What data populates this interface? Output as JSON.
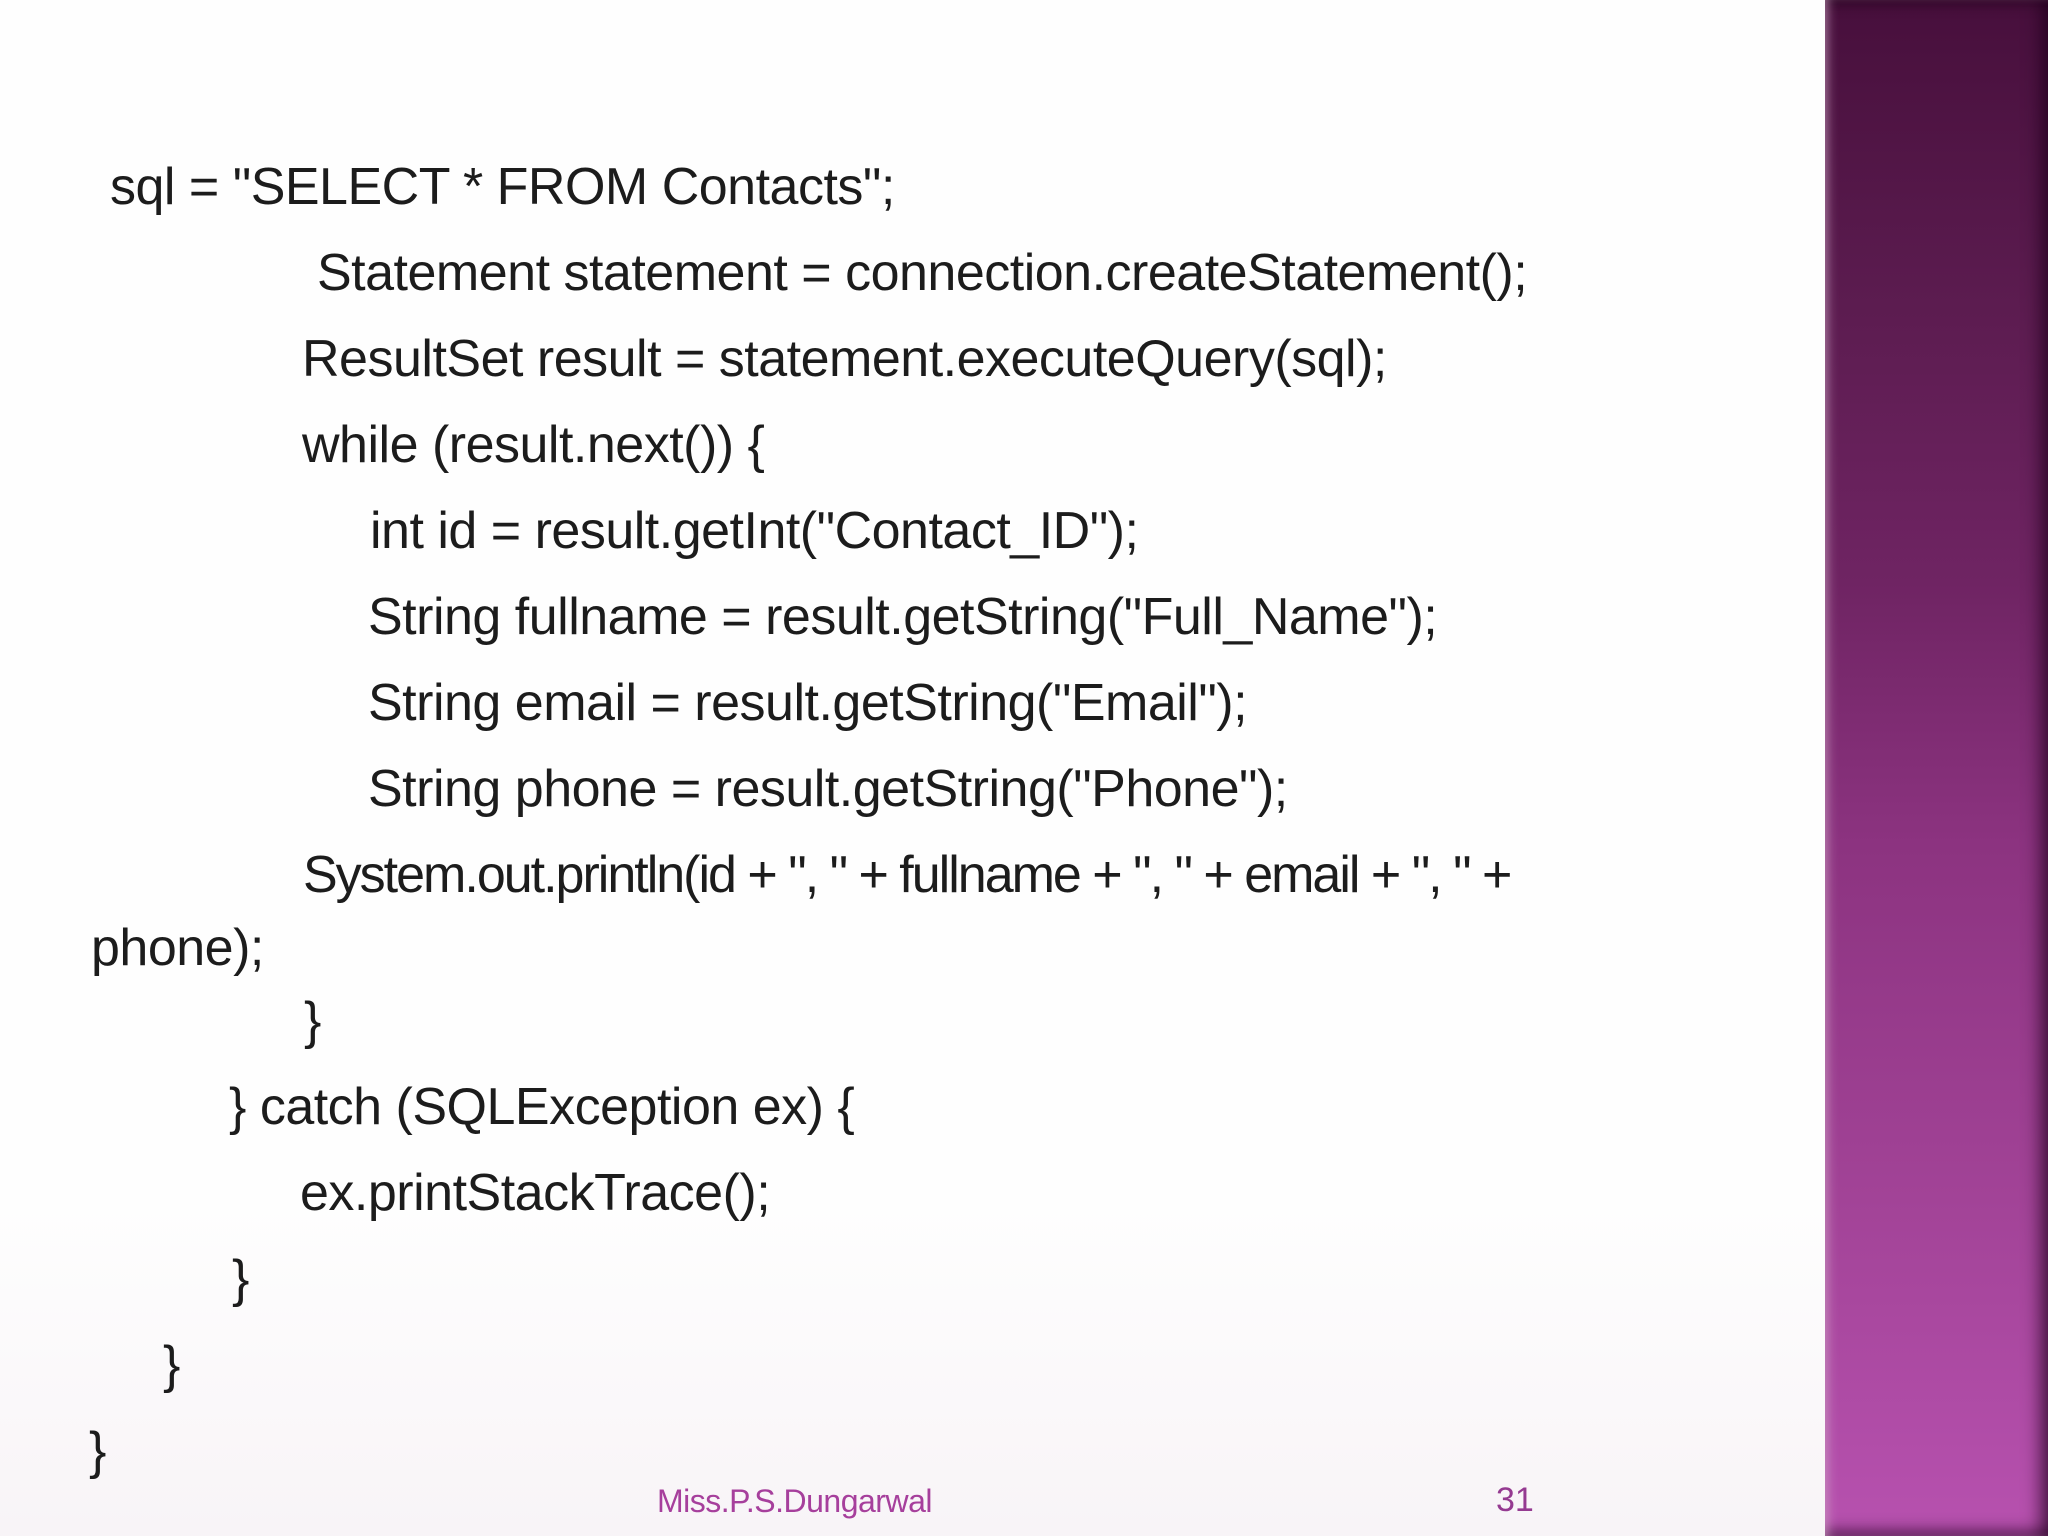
{
  "slide": {
    "code": {
      "lines": [
        "sql = \"SELECT * FROM Contacts\";",
        "Statement statement = connection.createStatement();",
        "ResultSet result = statement.executeQuery(sql);",
        "while (result.next()) {",
        "int id = result.getInt(\"Contact_ID\");",
        "String fullname = result.getString(\"Full_Name\");",
        "String email = result.getString(\"Email\");",
        "String phone = result.getString(\"Phone\");",
        "System.out.println(id + \", \" + fullname + \", \" + email + \", \" +",
        "phone);",
        "}",
        "} catch (SQLException ex) {",
        "ex.printStackTrace();",
        "}",
        "}",
        "}"
      ]
    },
    "footer": {
      "author": "Miss.P.S.Dungarwal",
      "page_number": "31"
    }
  },
  "theme": {
    "code-text": "#1c1c1c",
    "footer-pink": "#a63f9c",
    "page-purple": "#953a91",
    "stripe-top": "#470f3c",
    "stripe-mid": "#8c3380",
    "stripe-bottom": "#b751af",
    "slide-bg": "#fefefe"
  }
}
